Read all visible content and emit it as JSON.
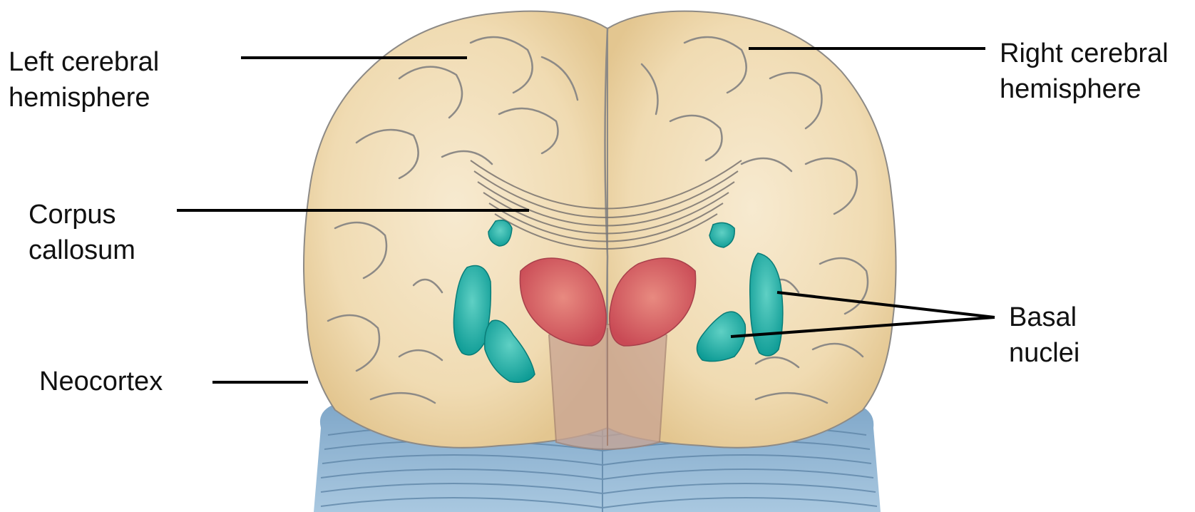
{
  "labels": {
    "left_hemisphere": [
      "Left cerebral",
      "hemisphere"
    ],
    "right_hemisphere": [
      "Right cerebral",
      "hemisphere"
    ],
    "corpus_callosum": [
      "Corpus",
      "callosum"
    ],
    "neocortex": "Neocortex",
    "basal_nuclei": [
      "Basal",
      "nuclei"
    ]
  },
  "colors": {
    "cortex": "#f2e0bb",
    "cortex_shade": "#e6cd9b",
    "sulci": "#8d8a86",
    "basal_nuclei": "#12aaa3",
    "thalamus": "#d95f5f",
    "brainstem": "#c9a493",
    "cerebellum": "#8fb3d2",
    "leader_line": "#000000"
  }
}
